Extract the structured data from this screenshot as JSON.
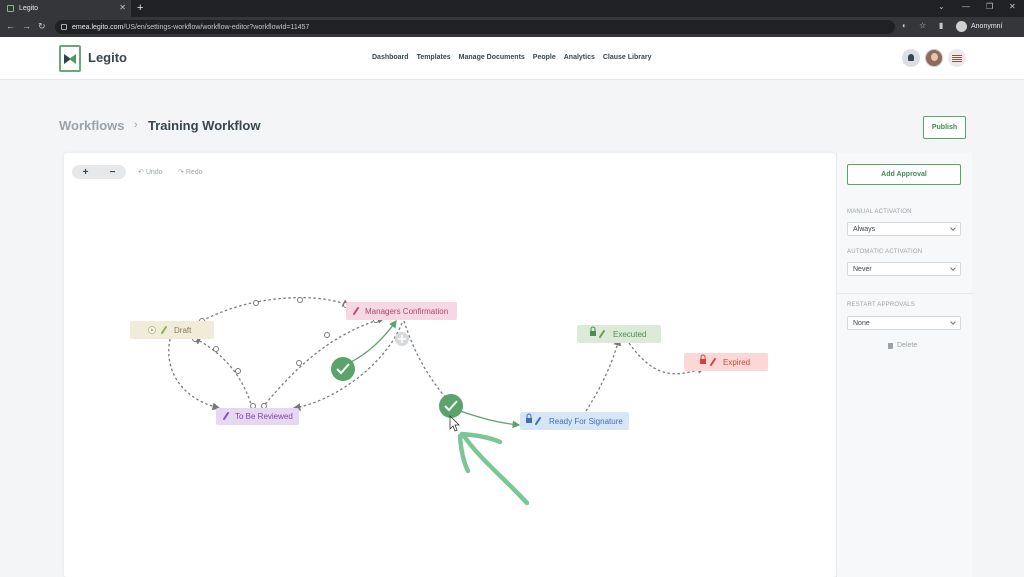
{
  "browser": {
    "tab_title": "Legito",
    "url_host": "emea.legito.com",
    "url_path": "/US/en/settings-workflow/workflow-editor?workflowId=11457",
    "profile_name": "Anonymní"
  },
  "app": {
    "brand": "Legito",
    "nav": [
      "Dashboard",
      "Templates",
      "Manage Documents",
      "People",
      "Analytics",
      "Clause Library"
    ]
  },
  "page": {
    "breadcrumb_root": "Workflows",
    "breadcrumb_current": "Training Workflow",
    "publish_label": "Publish"
  },
  "toolbar": {
    "zoom_in": "+",
    "zoom_out": "−",
    "undo_label": "Undo",
    "redo_label": "Redo"
  },
  "workflow": {
    "states": [
      {
        "label": "Draft",
        "bg": "#f1ebd9",
        "fg": "#8a7a4e"
      },
      {
        "label": "Managers Confirmation",
        "bg": "#f6d7e4",
        "fg": "#b0466f"
      },
      {
        "label": "To Be Reviewed",
        "bg": "#e6d7f3",
        "fg": "#7a45a8"
      },
      {
        "label": "Ready For Signature",
        "bg": "#d7e6f7",
        "fg": "#3f6fb0"
      },
      {
        "label": "Executed",
        "bg": "#dbebd7",
        "fg": "#4e8a52"
      },
      {
        "label": "Expired",
        "bg": "#fbd7d5",
        "fg": "#d0443e"
      }
    ],
    "approval_color": "#5aa36a"
  },
  "panel": {
    "add_approval": "Add Approval",
    "manual_activation_label": "MANUAL ACTIVATION",
    "manual_activation_value": "Always",
    "automatic_activation_label": "AUTOMATIC ACTIVATION",
    "automatic_activation_value": "Never",
    "restart_approvals_label": "RESTART APPROVALS",
    "restart_approvals_value": "None",
    "delete_label": "Delete"
  }
}
